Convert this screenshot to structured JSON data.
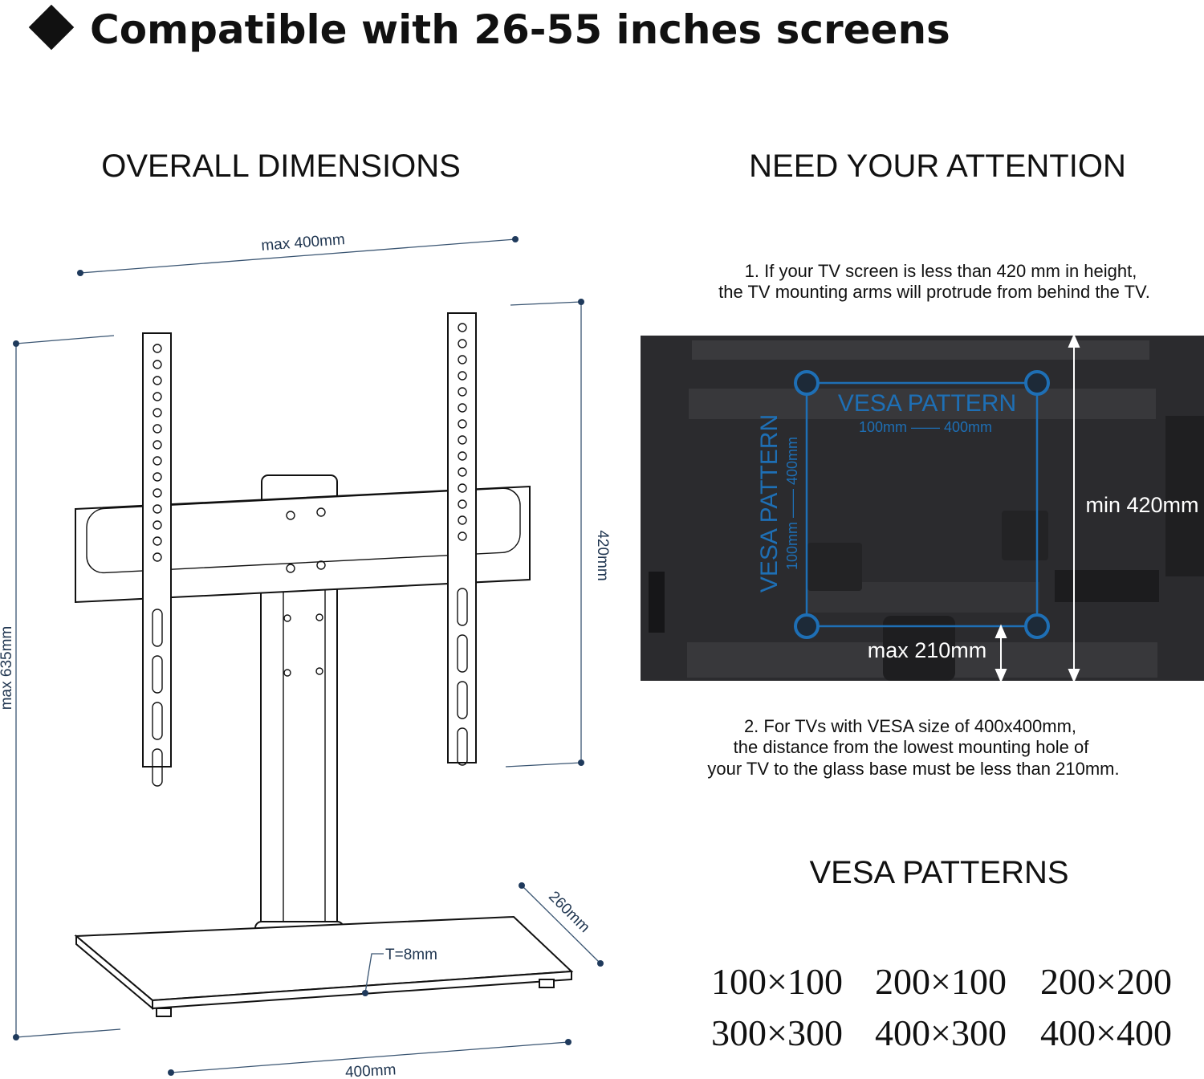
{
  "title": "Compatible with 26-55 inches screens",
  "title_icon": "diamond-bullet",
  "left": {
    "heading": "OVERALL DIMENSIONS",
    "dimensions": {
      "top_width": "max 400mm",
      "arm_height": "420mm",
      "total_height": "max 635mm",
      "base_width": "400mm",
      "base_depth": "260mm",
      "glass_thickness": "T=8mm"
    }
  },
  "right": {
    "heading": "NEED YOUR ATTENTION",
    "note1": [
      "1. If your TV screen is less than 420 mm in height,",
      "the TV mounting arms will protrude from behind the TV."
    ],
    "tv_photo": {
      "vesa_label_h": "VESA PATTERN",
      "vesa_range_h": "100mm —— 400mm",
      "vesa_label_v": "VESA PATTERN",
      "vesa_range_v": "100mm —— 400mm",
      "min_height": "min 420mm",
      "max_distance": "max 210mm",
      "accent_color": "#1e6fb5"
    },
    "note2": [
      "2. For TVs with VESA size of 400x400mm,",
      "the distance from the lowest mounting hole of",
      "your TV to the glass base must be less than 210mm."
    ],
    "vesa_heading": "VESA PATTERNS",
    "vesa_patterns": [
      [
        "100×100",
        "200×100",
        "200×200"
      ],
      [
        "300×300",
        "400×300",
        "400×400"
      ]
    ]
  }
}
